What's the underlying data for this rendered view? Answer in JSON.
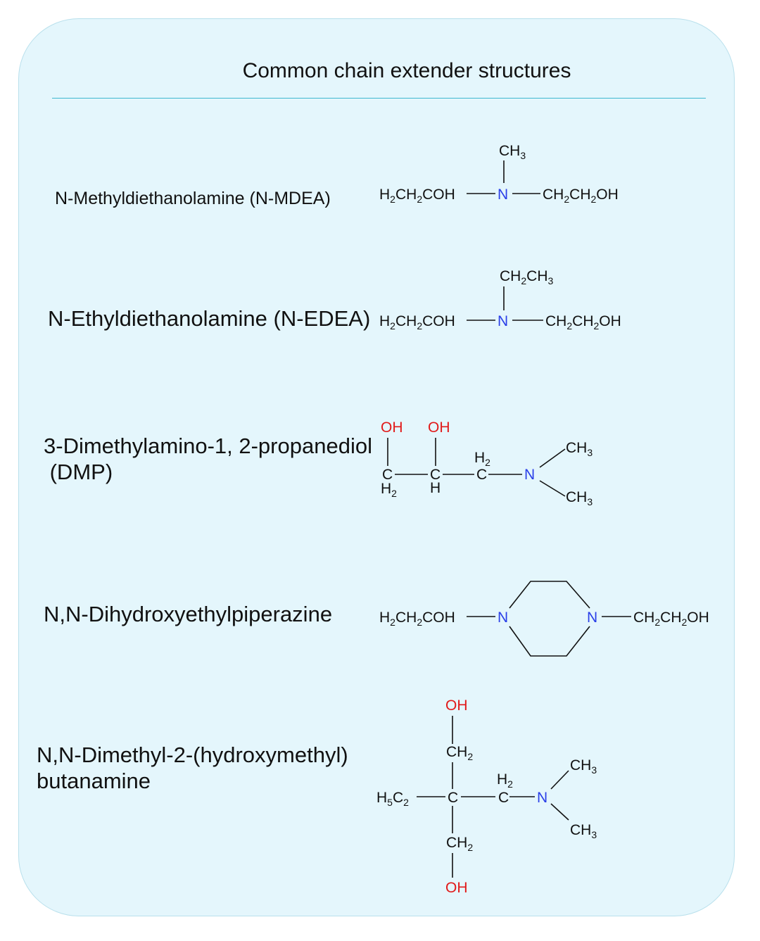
{
  "title": "Common chain extender structures",
  "colors": {
    "background": "#e4f6fc",
    "rule": "#3fb8cf",
    "nitrogen": "#2a3fe8",
    "oxygen": "#e11a1a"
  },
  "compounds": [
    {
      "name": "N-Methyldiethanolamine (N-MDEA)",
      "left_group": "H2CH2COH",
      "center_atom": "N",
      "top_group": "CH3",
      "right_group": "CH2CH2OH"
    },
    {
      "name": "N-Ethyldiethanolamine (N-EDEA)",
      "left_group": "H2CH2COH",
      "center_atom": "N",
      "top_group": "CH2CH3",
      "right_group": "CH2CH2OH"
    },
    {
      "name_line1": "3-Dimethylamino-1, 2-propanediol",
      "name_line2": " (DMP)",
      "hydroxyl": "OH",
      "carbon": "C",
      "hydrogen": "H",
      "nitrogen": "N",
      "methyl": "CH3"
    },
    {
      "name": "N,N-Dihydroxyethylpiperazine",
      "left_group": "H2CH2COH",
      "nitrogen": "N",
      "right_group": "CH2CH2OH"
    },
    {
      "name_line1": "N,N-Dimethyl-2-(hydroxymethyl)",
      "name_line2": "butanamine",
      "hydroxyl": "OH",
      "methylene": "CH2",
      "ethyl": "H5C2",
      "carbon": "C",
      "nitrogen": "N",
      "methyl": "CH3"
    }
  ]
}
